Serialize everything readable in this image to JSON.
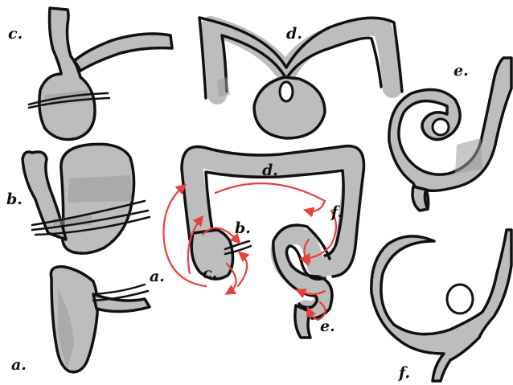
{
  "panels": {
    "c_top": {
      "label": "c."
    },
    "b_left": {
      "label": "b."
    },
    "a_bottom": {
      "label": "a."
    },
    "d_top": {
      "label": "d."
    },
    "e_right": {
      "label": "e."
    },
    "f_right": {
      "label": "f."
    }
  },
  "main": {
    "label_d": "d.",
    "label_b": "b.",
    "label_f": "f.",
    "label_a": "a.",
    "label_c": "c.",
    "label_e": "e."
  },
  "colors": {
    "tissue_fill": "#bdbdbd",
    "outline": "#111111",
    "arrow": "#e8403a",
    "background": "#ffffff"
  }
}
